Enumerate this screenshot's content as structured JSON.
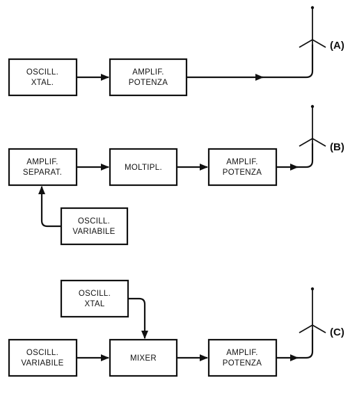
{
  "diagram_a": {
    "blocks": {
      "osc_xtal": [
        "OSCILL.",
        "XTAL."
      ],
      "amp_potenza": [
        "AMPLIF.",
        "POTENZA"
      ]
    },
    "label": "(A)"
  },
  "diagram_b": {
    "blocks": {
      "amp_separat": [
        "AMPLIF.",
        "SEPARAT."
      ],
      "moltipl": [
        "MOLTIPL."
      ],
      "amp_potenza": [
        "AMPLIF.",
        "POTENZA"
      ],
      "osc_variabile": [
        "OSCILL.",
        "VARIABILE"
      ]
    },
    "label": "(B)"
  },
  "diagram_c": {
    "blocks": {
      "osc_xtal": [
        "OSCILL.",
        "XTAL"
      ],
      "osc_variabile": [
        "OSCILL.",
        "VARIABILE"
      ],
      "mixer": [
        "MIXER"
      ],
      "amp_potenza": [
        "AMPLIF.",
        "POTENZA"
      ]
    },
    "label": "(C)"
  }
}
